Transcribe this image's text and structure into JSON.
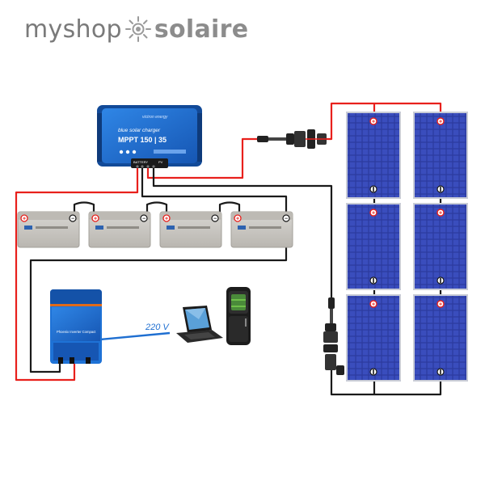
{
  "brand": {
    "name_part1": "myshop",
    "name_part2": "solaire"
  },
  "controller": {
    "brand": "victron energy",
    "label": "blue solar charger",
    "model": "MPPT 150 | 35",
    "port_battery": "BATTERY",
    "port_pv": "PV"
  },
  "inverter": {
    "label": "Phoenix Inverter Compact"
  },
  "ac_output": {
    "voltage_label": "220 V"
  },
  "polarity": {
    "positive": "+",
    "negative": "−"
  },
  "colors": {
    "positive_wire": "#e8201c",
    "negative_wire": "#1a1a1a",
    "ac_wire": "#1f6fd1",
    "panel_cell": "#2d3fa6",
    "controller_blue": "#1f6fd1",
    "battery_grey": "#c9c6c1"
  },
  "icons": {
    "logo_sun": "sun-icon",
    "laptop": "laptop-icon",
    "fridge": "fridge-icon"
  }
}
